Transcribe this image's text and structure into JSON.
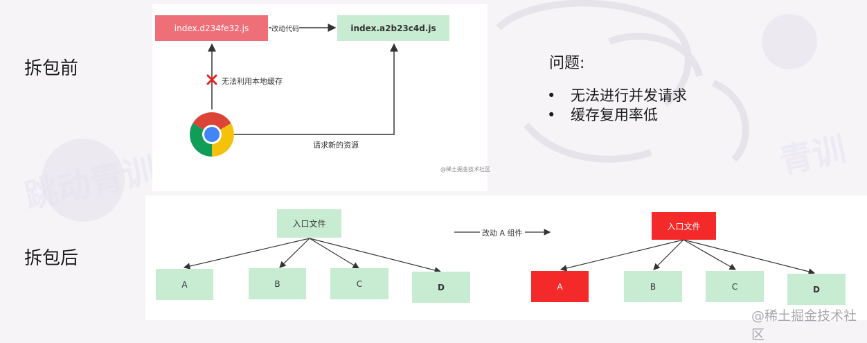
{
  "labels": {
    "before": "拆包前",
    "after": "拆包后"
  },
  "top_diagram": {
    "old_file": "index.d234fe32.js",
    "new_file": "index.a2b23c4d.js",
    "change_label": "改动代码",
    "cache_fail": "无法利用本地缓存",
    "request_new": "请求新的资源",
    "watermark": "@稀土掘金技术社区"
  },
  "issues": {
    "title": "问题:",
    "items": [
      "无法进行并发请求",
      "缓存复用率低"
    ]
  },
  "bottom_diagram": {
    "entry_label": "入口文件",
    "arrow_label": "改动 A 组件",
    "children": [
      "A",
      "B",
      "C",
      "D"
    ]
  },
  "footer_watermark": "@稀土掘金技术社区",
  "colors": {
    "green_box": "#c7ecd2",
    "pink_box": "#ef6f78",
    "red_box": "#f42a2a",
    "x_mark": "#e8221f"
  }
}
